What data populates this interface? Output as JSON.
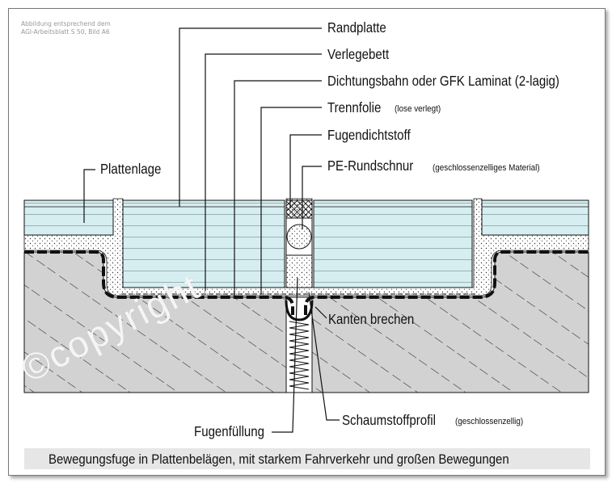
{
  "source_note": "Abbildung entsprechend dem\nAGI-Arbeitsblatt S 50, Bild A6",
  "labels": {
    "randplatte": "Randplatte",
    "verlegebett": "Verlegebett",
    "dichtungsbahn": "Dichtungsbahn oder GFK Laminat (2-lagig)",
    "trennfolie": "Trennfolie",
    "trennfolie_note": "(lose verlegt)",
    "fugendichtstoff": "Fugendichtstoff",
    "pe_rundschnur": "PE-Rundschnur",
    "pe_rundschnur_note": "(geschlossenzelliges Material)",
    "plattenlage": "Plattenlage",
    "kanten_brechen": "Kanten brechen",
    "fugenfuellung": "Fugenfüllung",
    "schaumstoffprofil": "Schaumstoffprofil",
    "schaumstoffprofil_note": "(geschlossenzellig)"
  },
  "caption": "Bewegungsfuge in Plattenbelägen, mit starkem Fahrverkehr und großen Bewegungen",
  "watermark": "©copyright",
  "colors": {
    "tile": "#d6eef0",
    "concrete": "#d2d2d2",
    "mortar": "#ffffff",
    "line": "#111111",
    "caption_bg": "#e6e6e6"
  }
}
